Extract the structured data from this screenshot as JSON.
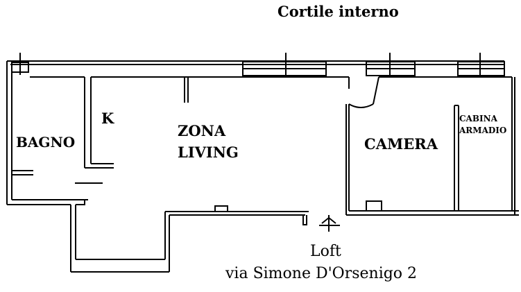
{
  "labels": {
    "courtyard": "Cortile interno",
    "bagno": "BAGNO",
    "kitchen": "K",
    "zona": "ZONA",
    "living": "LIVING",
    "camera": "CAMERA",
    "cabina": "CABINA",
    "armadio": "ARMADIO",
    "loft": "Loft",
    "address": "via Simone D'Orsenigo 2"
  },
  "colors": {
    "wall": "#000000",
    "background": "#ffffff"
  }
}
